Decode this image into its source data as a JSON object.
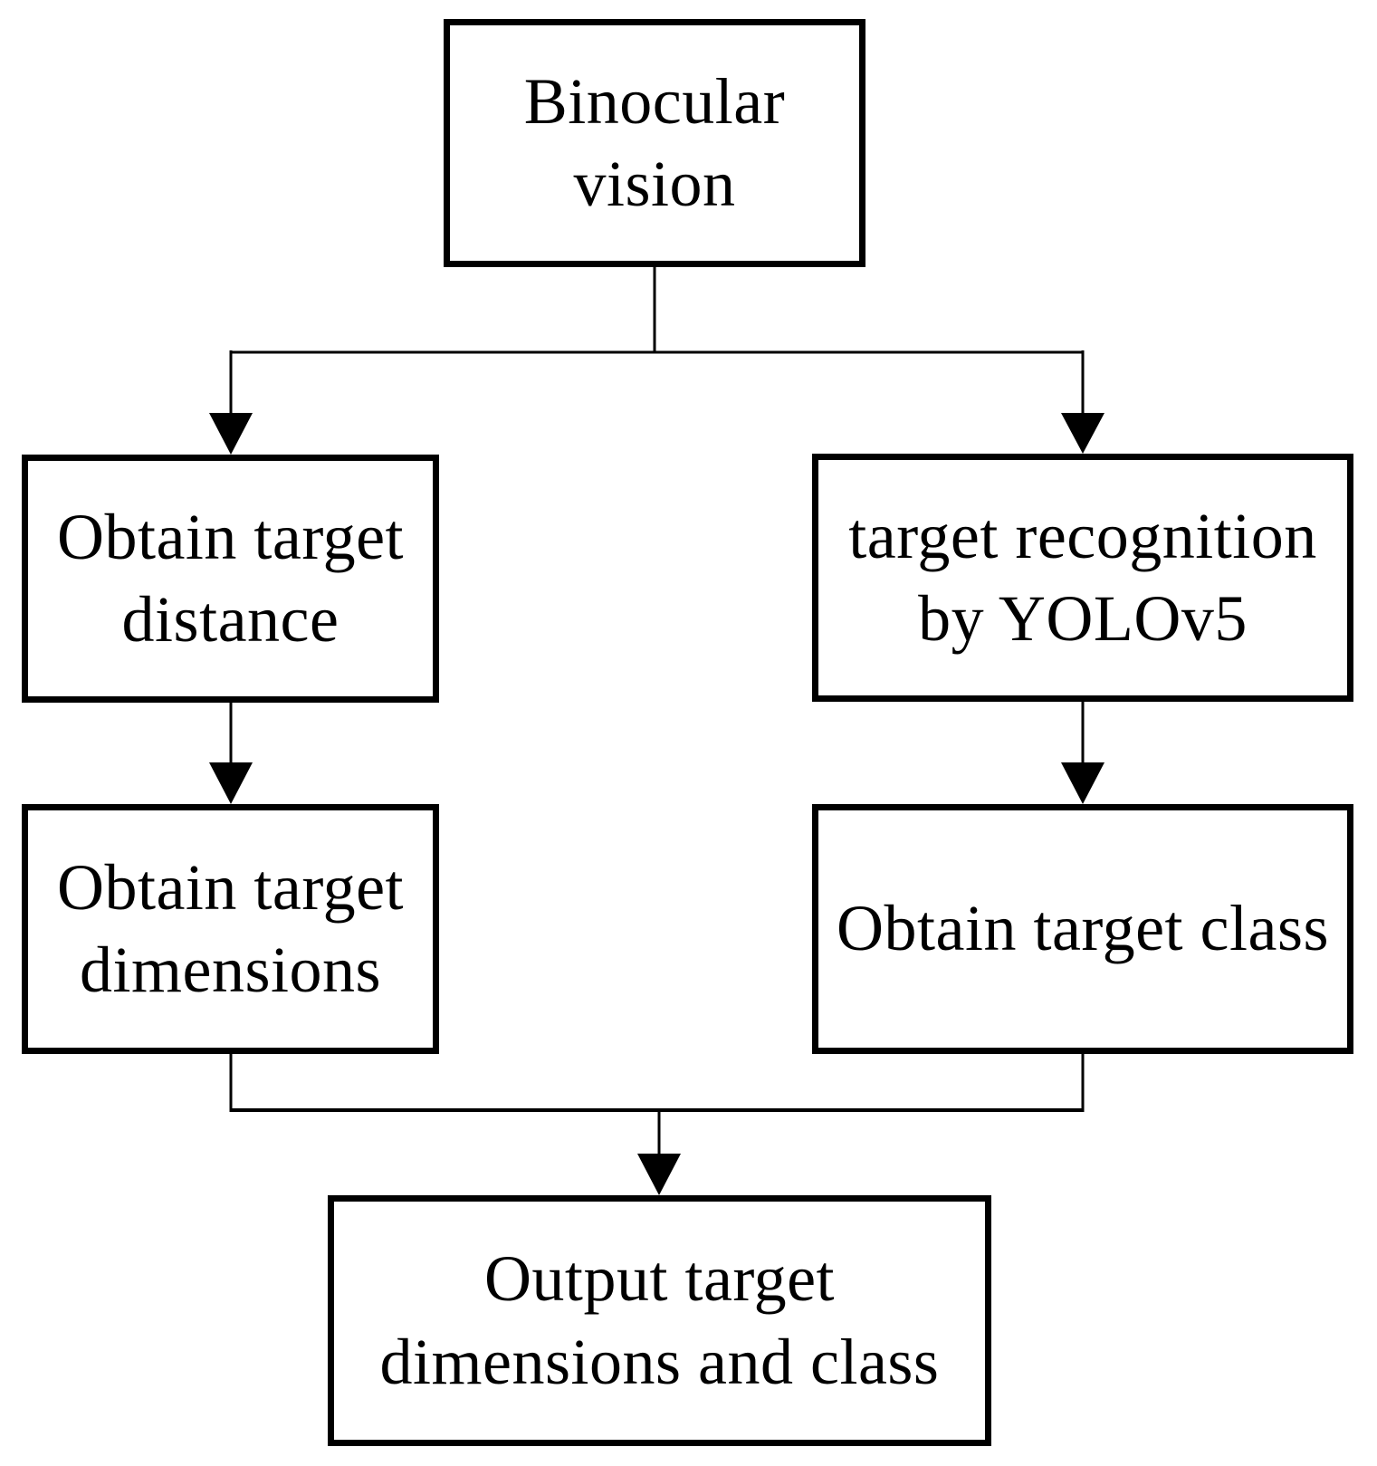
{
  "diagram": {
    "type": "flowchart",
    "colors": {
      "background": "#ffffff",
      "box_border": "#000000",
      "line": "#000000",
      "text": "#000000"
    },
    "nodes": {
      "binocular": {
        "label": "Binocular\nvision"
      },
      "distance": {
        "label": "Obtain target\ndistance"
      },
      "yolo": {
        "label": "target recognition\nby YOLOv5"
      },
      "dimensions": {
        "label": "Obtain target\ndimensions"
      },
      "class": {
        "label": "Obtain target class"
      },
      "output": {
        "label": "Output target\ndimensions and class"
      }
    },
    "edges": [
      {
        "from": "Binocular vision",
        "to": "Obtain target distance"
      },
      {
        "from": "Binocular vision",
        "to": "target recognition by YOLOv5"
      },
      {
        "from": "Obtain target distance",
        "to": "Obtain target dimensions"
      },
      {
        "from": "target recognition by YOLOv5",
        "to": "Obtain target class"
      },
      {
        "from": "Obtain target dimensions",
        "to": "Output target dimensions and class"
      },
      {
        "from": "Obtain target class",
        "to": "Output target dimensions and class"
      }
    ]
  }
}
